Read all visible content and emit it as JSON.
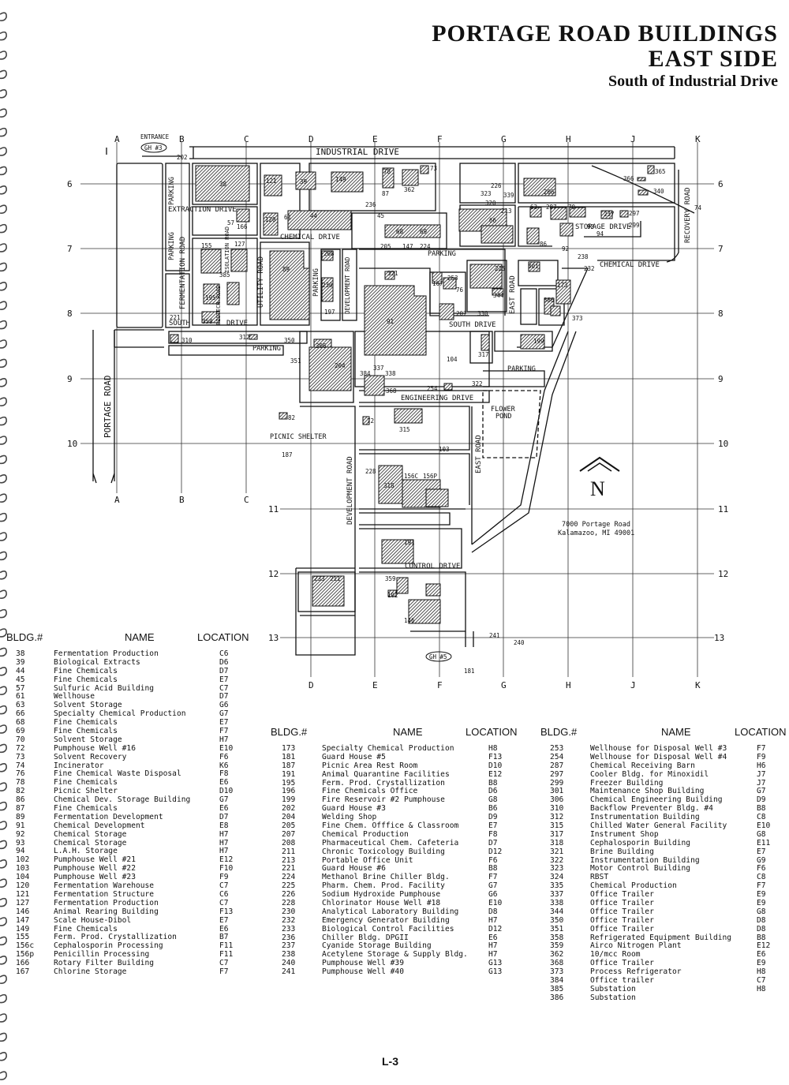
{
  "header": {
    "title_line1": "PORTAGE ROAD BUILDINGS",
    "title_line2": "EAST SIDE",
    "subtitle": "South of Industrial Drive"
  },
  "map": {
    "grid_columns": [
      "A",
      "B",
      "C",
      "D",
      "E",
      "F",
      "G",
      "H",
      "J",
      "K"
    ],
    "grid_rows": [
      "6",
      "7",
      "8",
      "9",
      "10",
      "11",
      "12",
      "13"
    ],
    "roads": {
      "industrial_drive": "INDUSTRIAL DRIVE",
      "extraction_drive": "EXTRACTION DRIVE",
      "chemical_drive_west": "CHEMICAL DRIVE",
      "chemical_drive_east": "CHEMICAL DRIVE",
      "storage_drive": "STORAGE DRIVE",
      "recovery_road": "RECOVERY ROAD",
      "fermentation_road": "FERMENTATION ROAD",
      "utility_road": "UTILITY ROAD",
      "isolation_road": "ISOLATION ROAD",
      "biotech_road": "BIOTECH ROAD",
      "south_drive_west": "SOUTH",
      "drive_west": "DRIVE",
      "south_drive_east": "SOUTH DRIVE",
      "portage_road": "PORTAGE ROAD",
      "development_road_north": "DEVELOPMENT ROAD",
      "development_road_south": "DEVELOPMENT ROAD",
      "east_road_north": "EAST ROAD",
      "east_road_south": "EAST ROAD",
      "engineering_drive": "ENGINEERING DRIVE",
      "control_drive": "CONTROL DRIVE"
    },
    "labels": {
      "entrance": "ENTRANCE",
      "gh3": "GH #3",
      "gh5": "GH #5",
      "parking_a": "PARKING",
      "parking_b": "PARKING",
      "parking_c": "PARKING",
      "parking_d": "PARKING",
      "parking_e": "PARKING",
      "parking_f": "PARKING",
      "picnic_shelter": "PICNIC SHELTER",
      "flower_pond_1": "FLOWER",
      "flower_pond_2": "POND",
      "north_arrow": "N",
      "address_1": "7000 Portage Road",
      "address_2": "Kalamazoo, MI 49001"
    },
    "building_numbers": [
      "38",
      "39",
      "44",
      "45",
      "57",
      "61",
      "63",
      "66",
      "68",
      "69",
      "70",
      "72",
      "73",
      "74",
      "76",
      "78",
      "82",
      "86",
      "87",
      "89",
      "91",
      "92",
      "93",
      "94",
      "102",
      "103",
      "104",
      "120",
      "121",
      "127",
      "146",
      "147",
      "149",
      "155",
      "156C",
      "156P",
      "166",
      "167",
      "173",
      "181",
      "187",
      "191",
      "195",
      "196",
      "197",
      "199",
      "202",
      "204",
      "205",
      "206",
      "207",
      "208",
      "211",
      "213",
      "221",
      "224",
      "225",
      "226",
      "228",
      "230",
      "232",
      "233",
      "236",
      "237",
      "238",
      "240",
      "241",
      "253",
      "254",
      "287",
      "297",
      "299",
      "301",
      "306",
      "310",
      "312",
      "315",
      "317",
      "318",
      "320",
      "321",
      "322",
      "323",
      "330",
      "335",
      "337",
      "338",
      "339",
      "340",
      "344",
      "350",
      "351",
      "358",
      "359",
      "362",
      "365",
      "366",
      "368",
      "373",
      "384",
      "385",
      "386"
    ]
  },
  "tables": {
    "headers": {
      "bldg": "BLDG.#",
      "name": "NAME",
      "location": "LOCATION"
    },
    "col1": [
      [
        "38",
        "Fermentation Production",
        "C6"
      ],
      [
        "39",
        "Biological Extracts",
        "D6"
      ],
      [
        "44",
        "Fine Chemicals",
        "D7"
      ],
      [
        "45",
        "Fine Chemicals",
        "E7"
      ],
      [
        "57",
        "Sulfuric Acid Building",
        "C7"
      ],
      [
        "61",
        "Wellhouse",
        "D7"
      ],
      [
        "63",
        "Solvent Storage",
        "G6"
      ],
      [
        "66",
        "Specialty Chemical Production",
        "G7"
      ],
      [
        "68",
        "Fine Chemicals",
        "E7"
      ],
      [
        "69",
        "Fine Chemicals",
        "F7"
      ],
      [
        "70",
        "Solvent Storage",
        "H7"
      ],
      [
        "72",
        "Pumphouse Well #16",
        "E10"
      ],
      [
        "73",
        "Solvent Recovery",
        "F6"
      ],
      [
        "74",
        "Incinerator",
        "K6"
      ],
      [
        "76",
        "Fine Chemical Waste Disposal",
        "F8"
      ],
      [
        "78",
        "Fine Chemicals",
        "E6"
      ],
      [
        "82",
        "Picnic Shelter",
        "D10"
      ],
      [
        "86",
        "Chemical Dev. Storage Building",
        "G7"
      ],
      [
        "87",
        "Fine Chemicals",
        "E6"
      ],
      [
        "89",
        "Fermentation Development",
        "D7"
      ],
      [
        "91",
        "Chemical Development",
        "E8"
      ],
      [
        "92",
        "Chemical Storage",
        "H7"
      ],
      [
        "93",
        "Chemical Storage",
        "H7"
      ],
      [
        "94",
        "L.A.H. Storage",
        "H7"
      ],
      [
        "102",
        "Pumphouse Well #21",
        "E12"
      ],
      [
        "103",
        "Pumphouse Well #22",
        "F10"
      ],
      [
        "104",
        "Pumphouse Well #23",
        "F9"
      ],
      [
        "120",
        "Fermentation Warehouse",
        "C7"
      ],
      [
        "121",
        "Fermentation Structure",
        "C6"
      ],
      [
        "127",
        "Fermentation Production",
        "C7"
      ],
      [
        "146",
        "Animal Rearing Building",
        "F13"
      ],
      [
        "147",
        "Scale House-Dibol",
        "E7"
      ],
      [
        "149",
        "Fine Chemicals",
        "E6"
      ],
      [
        "155",
        "Ferm. Prod. Crystallization",
        "B7"
      ],
      [
        "156c",
        "Cephalosporin Processing",
        "F11"
      ],
      [
        "156p",
        "Penicillin Processing",
        "F11"
      ],
      [
        "166",
        "Rotary Filter Building",
        "C7"
      ],
      [
        "167",
        "Chlorine Storage",
        "F7"
      ]
    ],
    "col2": [
      [
        "173",
        "Specialty Chemical Production",
        "H8"
      ],
      [
        "181",
        "Guard House #5",
        "F13"
      ],
      [
        "187",
        "Picnic Area Rest Room",
        "D10"
      ],
      [
        "191",
        "Animal Quarantine Facilities",
        "E12"
      ],
      [
        "195",
        "Ferm. Prod. Crystallization",
        "B8"
      ],
      [
        "196",
        "Fine Chemicals Office",
        "D6"
      ],
      [
        "199",
        "Fire Reservoir #2 Pumphouse",
        "G8"
      ],
      [
        "202",
        "Guard House #3",
        "B6"
      ],
      [
        "204",
        "Welding Shop",
        "D9"
      ],
      [
        "205",
        "Fine Chem. Offfice & Classroom",
        "E7"
      ],
      [
        "207",
        "Chemical Production",
        "F8"
      ],
      [
        "208",
        "Pharmaceutical Chem. Cafeteria",
        "D7"
      ],
      [
        "211",
        "Chronic Toxicology Building",
        "D12"
      ],
      [
        "213",
        "Portable Office Unit",
        "F6"
      ],
      [
        "221",
        "Guard House #6",
        "B8"
      ],
      [
        "224",
        "Methanol Brine Chiller Bldg.",
        "F7"
      ],
      [
        "225",
        "Pharm. Chem. Prod. Facility",
        "G7"
      ],
      [
        "226",
        "Sodium Hydroxide Pumphouse",
        "G6"
      ],
      [
        "228",
        "Chlorinator House Well #18",
        "E10"
      ],
      [
        "230",
        "Analytical Laboratory Building",
        "D8"
      ],
      [
        "232",
        "Emergency Generator Building",
        "H7"
      ],
      [
        "233",
        "Biological Control Facilities",
        "D12"
      ],
      [
        "236",
        "Chiller Bldg. DPGII",
        "E6"
      ],
      [
        "237",
        "Cyanide Storage Building",
        "H7"
      ],
      [
        "238",
        "Acetylene Storage & Supply Bldg.",
        "H7"
      ],
      [
        "240",
        "Pumphouse Well #39",
        "G13"
      ],
      [
        "241",
        "Pumphouse Well #40",
        "G13"
      ]
    ],
    "col3": [
      [
        "253",
        "Wellhouse for Disposal Well #3",
        "F7"
      ],
      [
        "254",
        "Wellhouse for Disposal Well #4",
        "F9"
      ],
      [
        "287",
        "Chemical Receiving Barn",
        "H6"
      ],
      [
        "297",
        "Cooler Bldg. for Minoxidil",
        "J7"
      ],
      [
        "299",
        "Freezer Building",
        "J7"
      ],
      [
        "301",
        "Maintenance Shop Building",
        "G7"
      ],
      [
        "306",
        "Chemical Engineering Building",
        "D9"
      ],
      [
        "310",
        "Backflow Preventer Bldg. #4",
        "B8"
      ],
      [
        "312",
        "Instrumentation Building",
        "C8"
      ],
      [
        "315",
        "Chilled Water General Facility",
        "E10"
      ],
      [
        "317",
        "Instrument Shop",
        "G8"
      ],
      [
        "318",
        "Cephalosporin Building",
        "E11"
      ],
      [
        "321",
        "Brine Building",
        "E7"
      ],
      [
        "322",
        "Instrumentation Building",
        "G9"
      ],
      [
        "323",
        "Motor Control Building",
        "F6"
      ],
      [
        "324",
        "RBST",
        "C8"
      ],
      [
        "335",
        "Chemical Production",
        "F7"
      ],
      [
        "337",
        "Office Trailer",
        "E9"
      ],
      [
        "338",
        "Office Trailer",
        "E9"
      ],
      [
        "344",
        "Office Trailer",
        "G8"
      ],
      [
        "350",
        "Office Trailer",
        "D8"
      ],
      [
        "351",
        "Office Trailer",
        "D8"
      ],
      [
        "358",
        "Refrigerated Equipment Building",
        "B8"
      ],
      [
        "359",
        "Airco Nitrogen Plant",
        "E12"
      ],
      [
        "362",
        "10/mcc Room",
        "E6"
      ],
      [
        "368",
        "Office Trailer",
        "E9"
      ],
      [
        "373",
        "Process Refrigerator",
        "H8"
      ],
      [
        "384",
        "Office trailer",
        "C7"
      ],
      [
        "385",
        "Substation",
        "H8"
      ],
      [
        "386",
        "Substation",
        ""
      ]
    ]
  },
  "footer": {
    "page": "L-3"
  }
}
